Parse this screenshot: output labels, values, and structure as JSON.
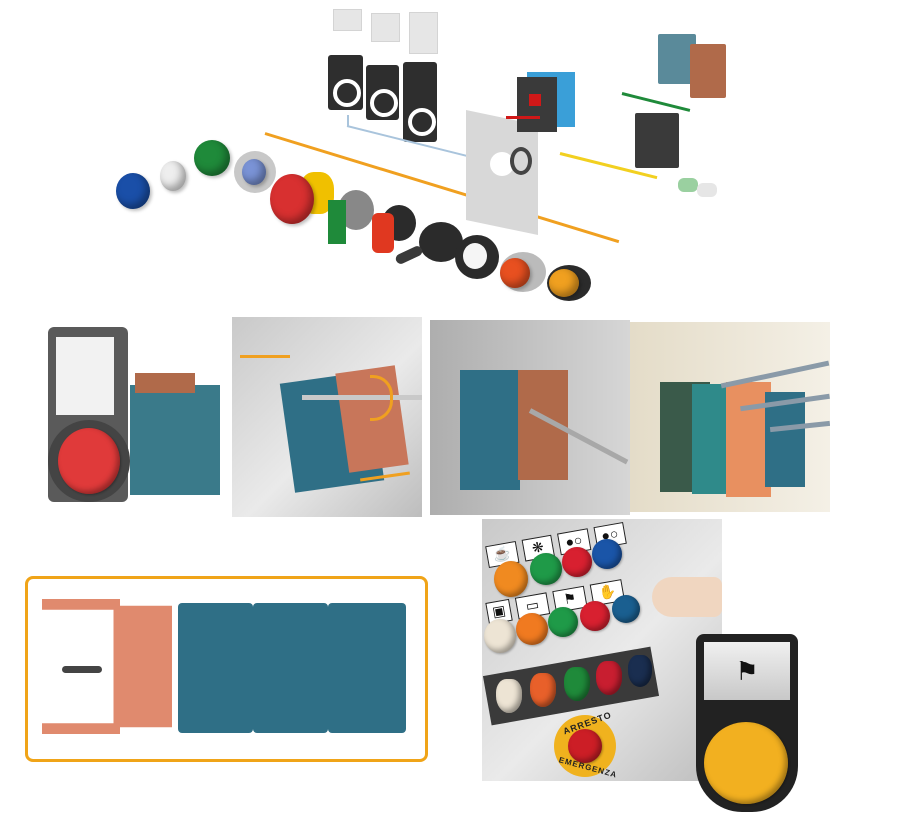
{
  "figure": {
    "description": "Modular pushbutton and pilot light system catalog illustration",
    "sections": {
      "exploded_view": {
        "label_cards": 3,
        "legend_holders": 3,
        "operators": [
          {
            "type": "pilot-light-lens",
            "color": "#1a4fa8"
          },
          {
            "type": "diffuser",
            "color": "#eeeeee"
          },
          {
            "type": "pilot-light-lens",
            "color": "#1f8a3a"
          },
          {
            "type": "flush-pushbutton",
            "color": "#7a93d6"
          },
          {
            "type": "mushroom-pushbutton",
            "color": "#d83030"
          },
          {
            "type": "selector-switch",
            "color": "#1f8a3a"
          },
          {
            "type": "selector-switch",
            "color": "#e03820"
          },
          {
            "type": "joystick",
            "color": "#2b2b2b"
          },
          {
            "type": "flush-pushbutton",
            "color": "#f5f5f5"
          },
          {
            "type": "extended-pushbutton",
            "color": "#e85020"
          },
          {
            "type": "flush-pushbutton",
            "color": "#f0a020"
          }
        ],
        "connector_colors": {
          "operators": "#f0a020",
          "holders": "#a9c4dc",
          "key_switch": "#d01818",
          "contact_blocks": "#1f8a3a",
          "lamp": "#f2d020"
        }
      },
      "assembly_steps": [
        {
          "step": 1,
          "caption": "pushbutton-with-legend-holder"
        },
        {
          "step": 2,
          "caption": "snap-on-contact-block"
        },
        {
          "step": 3,
          "caption": "release-with-screwdriver"
        },
        {
          "step": 4,
          "caption": "wired-contact-blocks"
        }
      ],
      "contact_strip": {
        "blocks": [
          "salmon",
          "teal",
          "teal",
          "teal"
        ],
        "frame_color": "#f0a418"
      },
      "control_panel": {
        "row1_legends": [
          "cup-symbol",
          "fan-symbol",
          "dot-circle-symbol",
          "dot-circle-symbol"
        ],
        "row1_buttons": [
          "#f08a20",
          "#1f9a48",
          "#d82030",
          "#1a55a8"
        ],
        "row2_legends": [
          "frame-symbol",
          "rectangle-symbol",
          "checkered-flag-symbol",
          "hand-symbol"
        ],
        "row2_buttons": [
          "#ede4d4",
          "#f07a20",
          "#1f9a48",
          "#d82030",
          "#1a5f90"
        ],
        "row3_selectors": [
          "#ede4d4",
          "#e8602a",
          "#1f8a3a",
          "#c81e30",
          "#1a2e50"
        ],
        "emergency_stop": {
          "top_text": "ARRESTO",
          "bottom_text": "EMERGENZA",
          "button_color": "#cc1e26",
          "ring_color": "#f0b21e"
        }
      },
      "detail_button": {
        "legend": "checkered-flag-symbol",
        "button_color": "#f2b020"
      }
    }
  }
}
